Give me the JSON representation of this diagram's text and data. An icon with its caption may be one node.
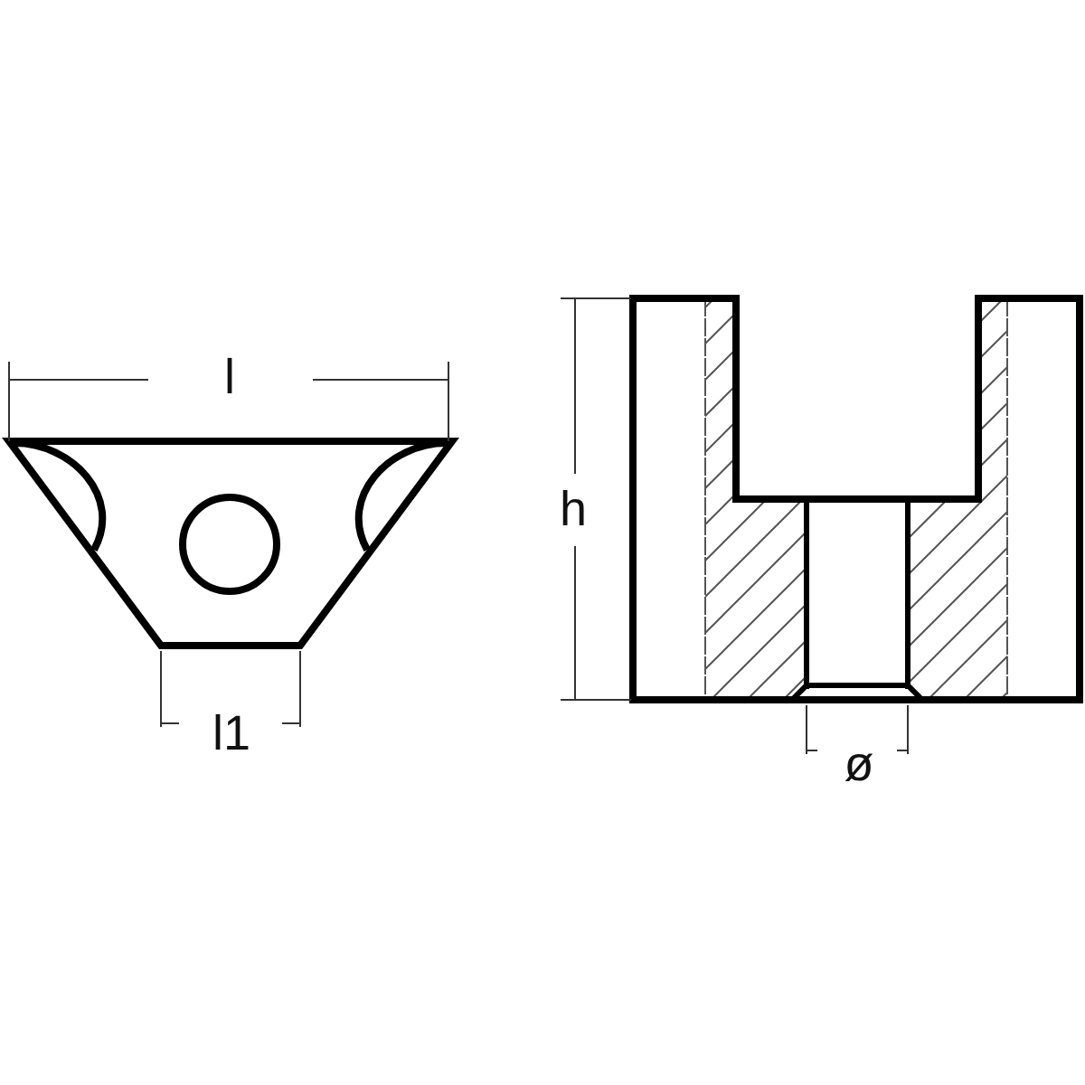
{
  "diagram": {
    "labels": [
      "l",
      "l1",
      "h",
      "ø"
    ]
  }
}
